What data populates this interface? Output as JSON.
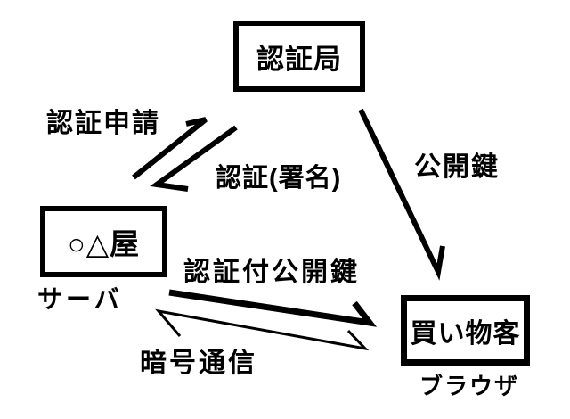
{
  "colors": {
    "ink": "#000000",
    "background": "#ffffff"
  },
  "nodes": {
    "certificate_authority": {
      "label": "認証局"
    },
    "shop": {
      "label": "○△屋",
      "caption": "サーバ"
    },
    "shopper": {
      "label": "買い物客",
      "caption": "ブラウザ"
    }
  },
  "edges": {
    "cert_request": {
      "label": "認証申請",
      "from": "shop",
      "to": "certificate_authority"
    },
    "cert_signed": {
      "label": "認証(署名)",
      "from": "certificate_authority",
      "to": "shop"
    },
    "public_key": {
      "label": "公開鍵",
      "from": "certificate_authority",
      "to": "shopper"
    },
    "certified_public_key": {
      "label": "認証付公開鍵",
      "from": "shop",
      "to": "shopper"
    },
    "encrypted_communication": {
      "label": "暗号通信",
      "from": "shop",
      "to": "shopper",
      "bidirectional": true
    }
  }
}
